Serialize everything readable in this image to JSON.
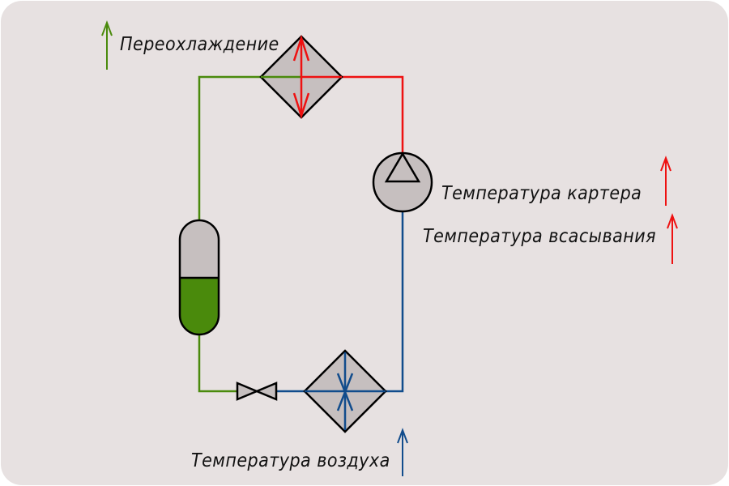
{
  "labels": {
    "subcooling": "Переохлаждение",
    "crankcase_temp": "Температура картера",
    "suction_temp": "Температура всасывания",
    "air_temp": "Температура воздуха"
  },
  "colors": {
    "background": "#e7e1e1",
    "liquid_line": "#4a8a0c",
    "hot_line": "#ee1111",
    "suction_line": "#114c8c",
    "component_fill": "#c6bfbf"
  }
}
